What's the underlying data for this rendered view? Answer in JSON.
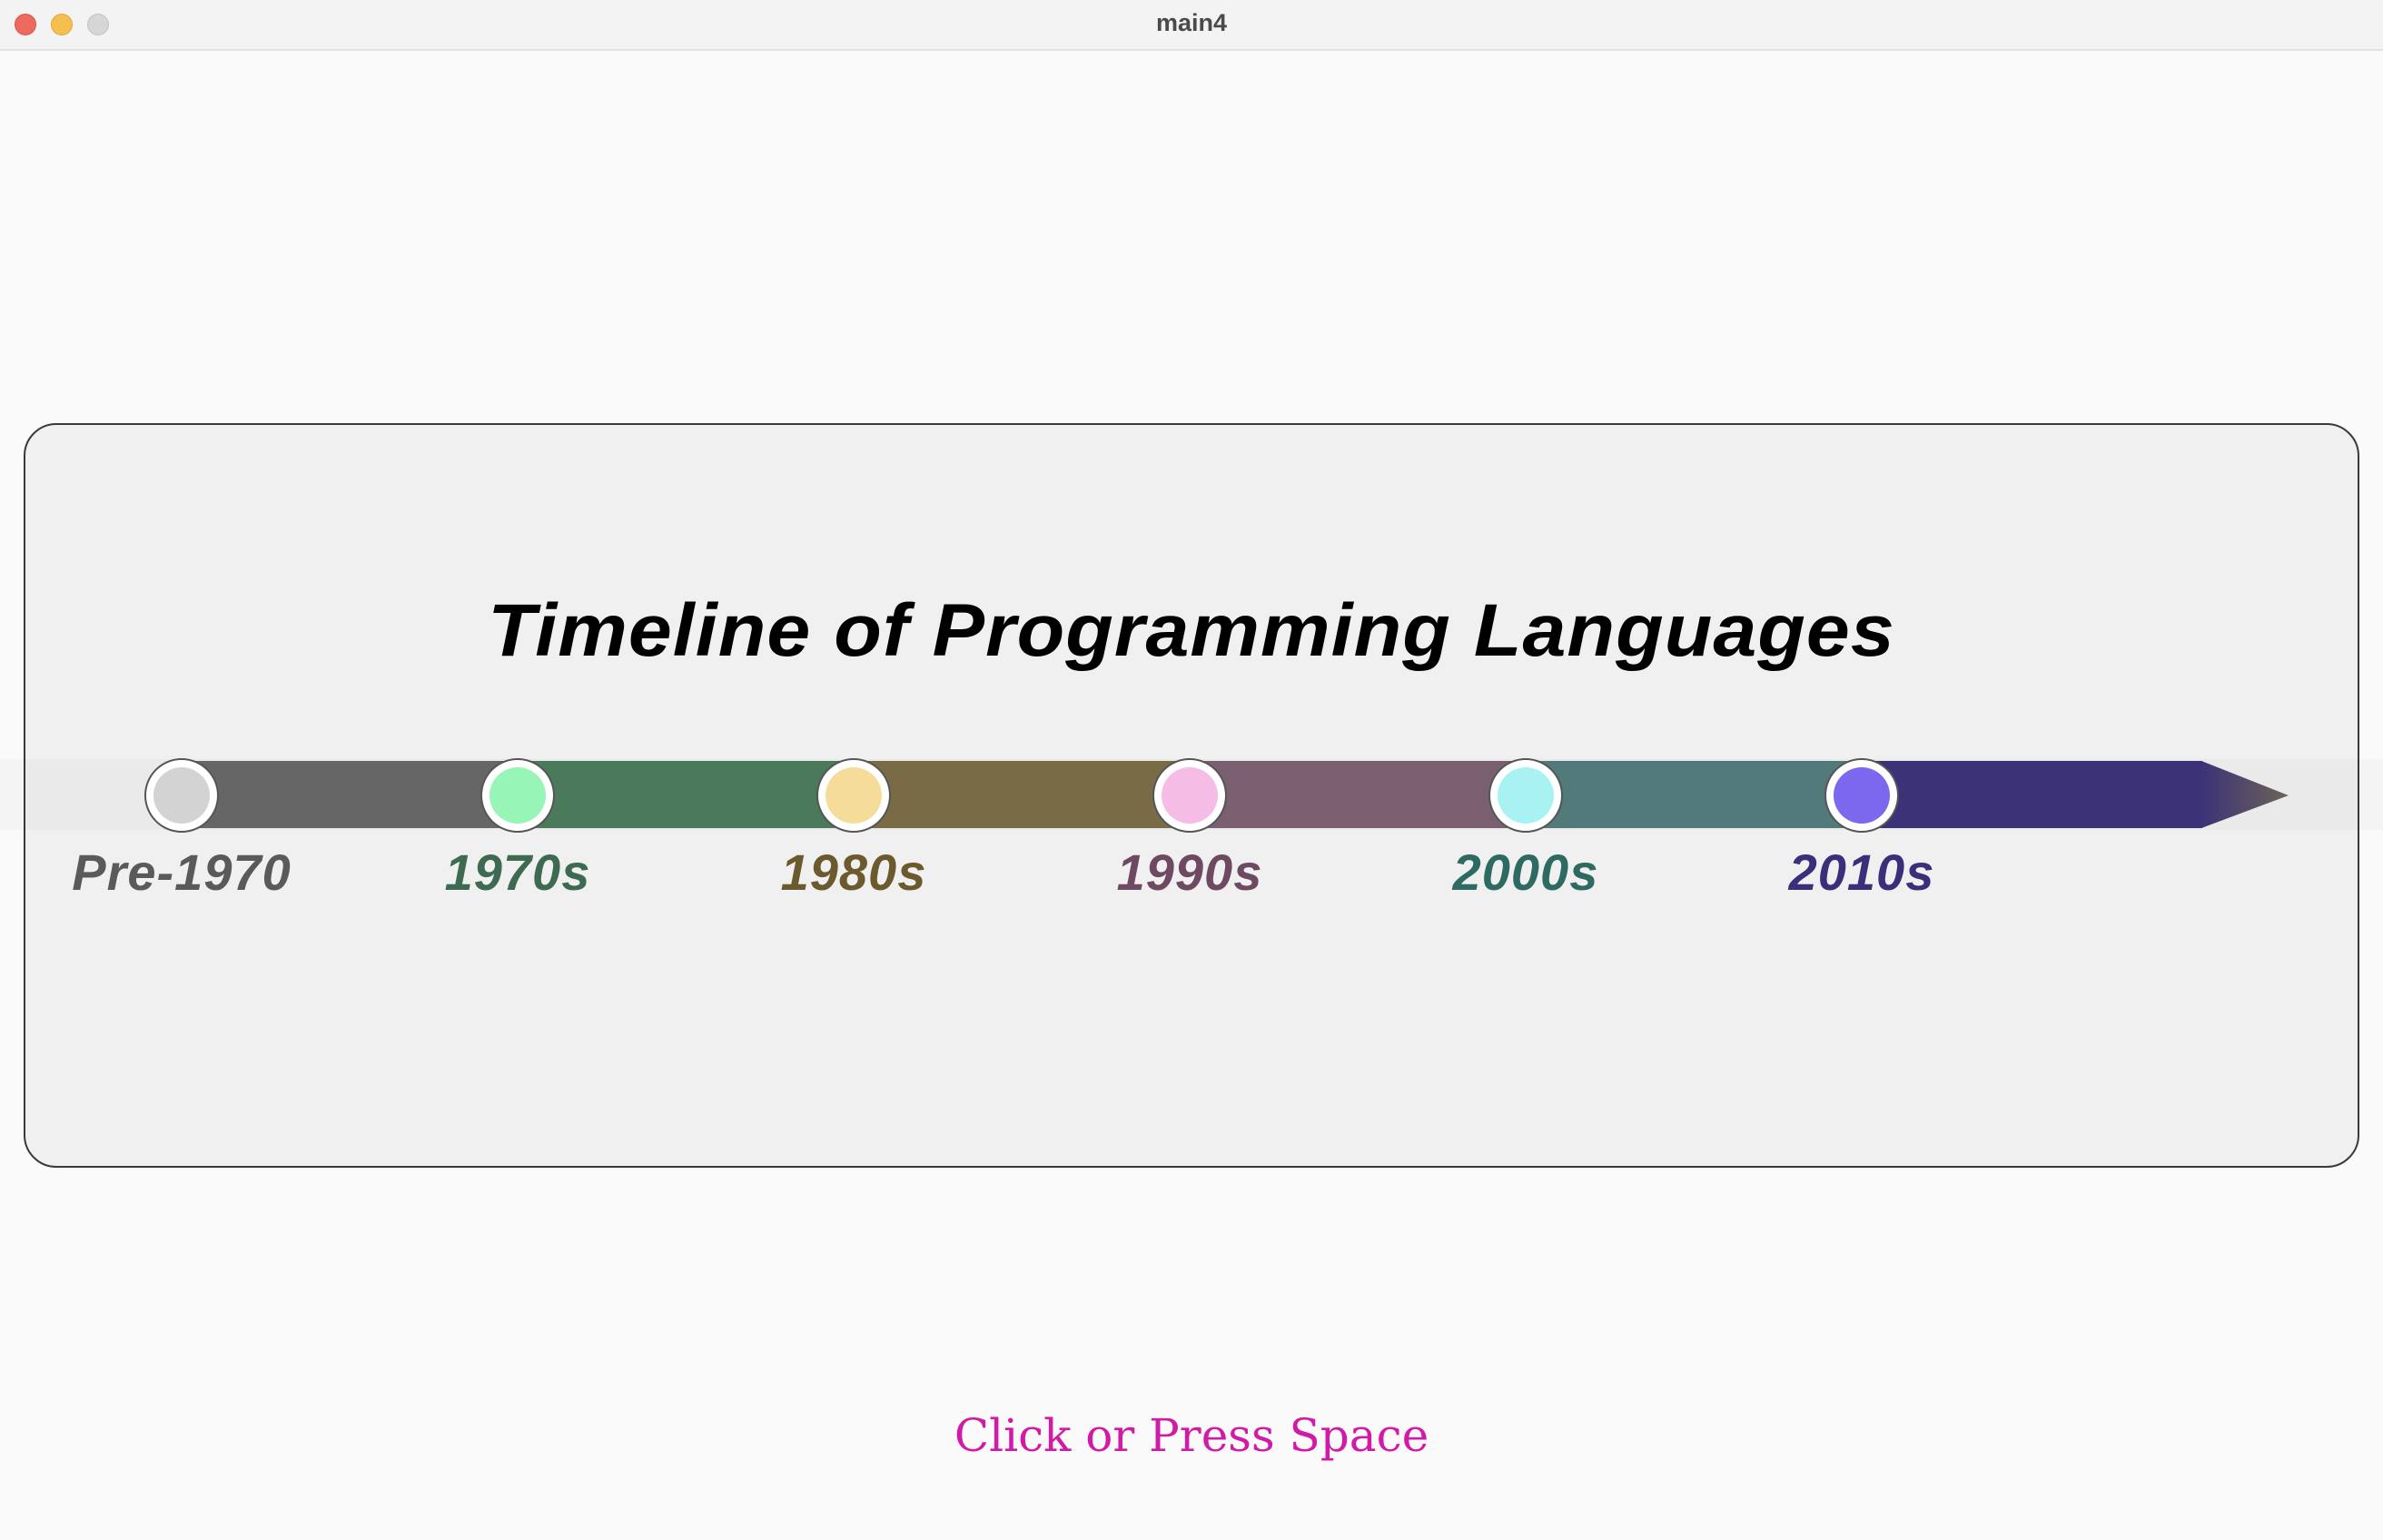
{
  "window": {
    "title": "main4",
    "controls": [
      "close",
      "minimize",
      "zoom"
    ]
  },
  "slide": {
    "heading": "Timeline of Programming Languages",
    "prompt": "Click or Press Space",
    "prompt_color": "#d11aa8",
    "eras": [
      {
        "label": "Pre-1970",
        "bar_color": "#666666",
        "node_color": "#d3d3d3",
        "label_color": "#5a5a5a"
      },
      {
        "label": "1970s",
        "bar_color": "#4a7a5a",
        "node_color": "#98f5b8",
        "label_color": "#3f6a52"
      },
      {
        "label": "1980s",
        "bar_color": "#7a6b47",
        "node_color": "#f5dc98",
        "label_color": "#6b5a2e"
      },
      {
        "label": "1990s",
        "bar_color": "#7a5f70",
        "node_color": "#f5bce6",
        "label_color": "#6e4a62"
      },
      {
        "label": "2000s",
        "bar_color": "#527a7a",
        "node_color": "#a8f2f2",
        "label_color": "#2f6a62"
      },
      {
        "label": "2010s",
        "bar_color": "#3c3278",
        "node_color": "#7b68ee",
        "label_color": "#3b2f7a"
      }
    ]
  }
}
